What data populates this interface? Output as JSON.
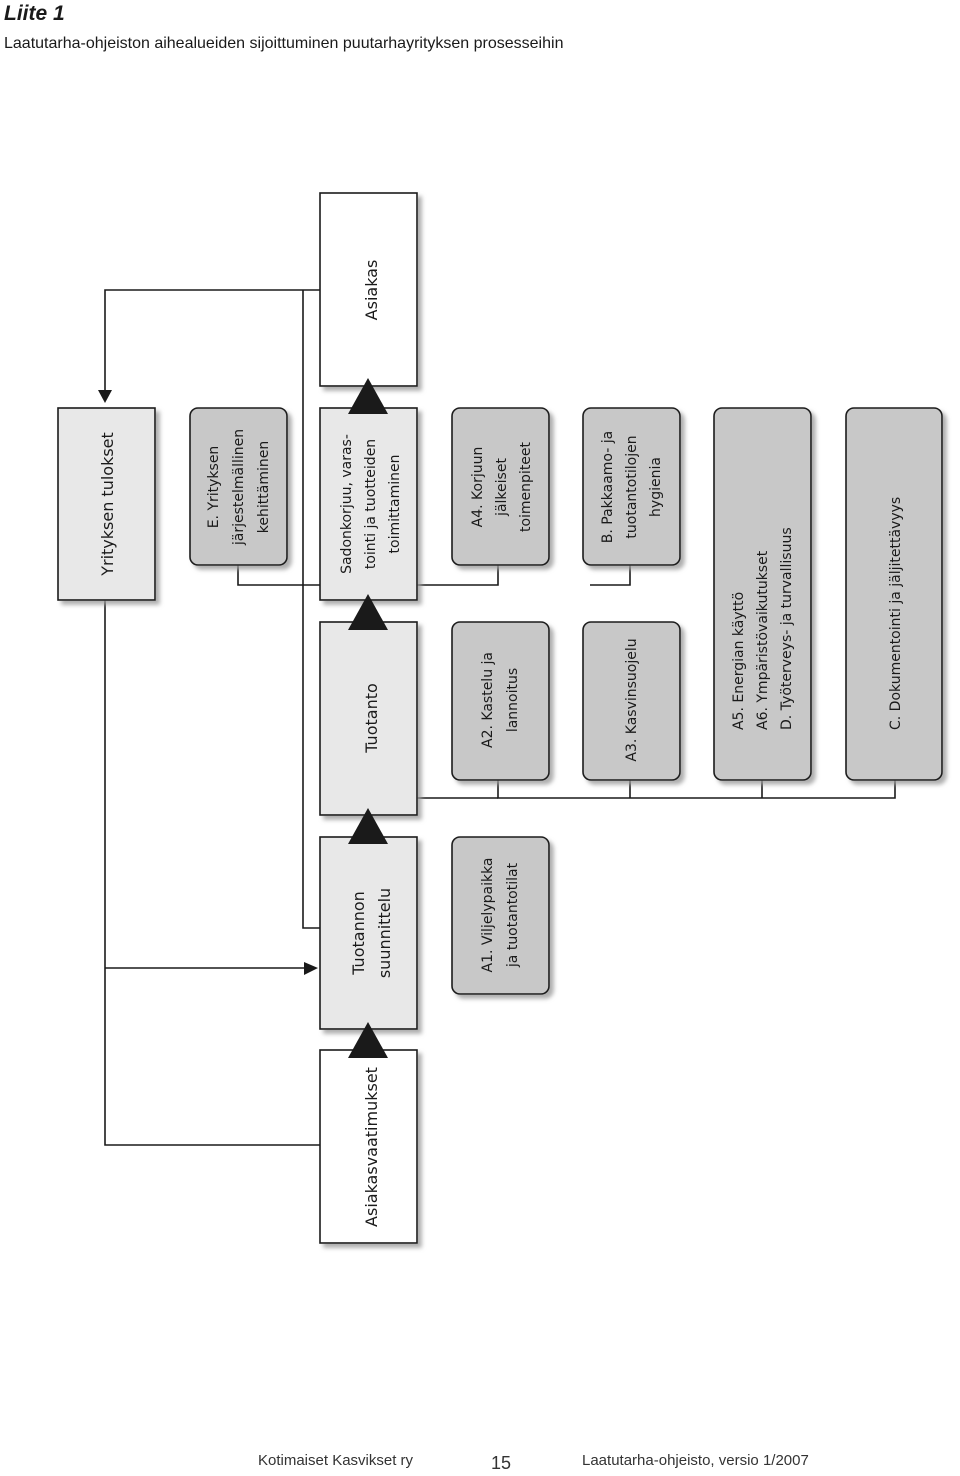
{
  "header": {
    "title": "Liite 1",
    "subtitle": "Laatutarha-ohjeiston aihealueiden sijoittuminen puutarhayrityksen prosesseihin"
  },
  "diagram": {
    "customer": "Asiakas",
    "company_results": "Yrityksen tulokset",
    "customer_requirements": "Asiakasvaatimukset",
    "planning": [
      "Tuotannon",
      "suunnittelu"
    ],
    "production": "Tuotanto",
    "harvest": [
      "Sadonkorjuu, varas-",
      "tointi ja tuotteiden",
      "toimittaminen"
    ],
    "system_dev": [
      "E. Yrityksen",
      "järjestelmällinen",
      "kehittäminen"
    ],
    "a1": [
      "A1. Viljelypaikka",
      "ja tuotantotilat"
    ],
    "a2": [
      "A2. Kastelu ja",
      "lannoitus"
    ],
    "a3": [
      "A3. Kasvinsuojelu"
    ],
    "a4": [
      "A4. Korjuun",
      "jälkeiset",
      "toimenpiteet"
    ],
    "b": [
      "B. Pakkaamo- ja",
      "tuotantotilojen",
      "hygienia"
    ],
    "a5_a6_d": [
      "A5. Energian käyttö",
      "A6. Ympäristövaikutukset",
      "D. Työterveys- ja turvallisuus"
    ],
    "c": [
      "C. Dokumentointi ja jäljitettävyys"
    ]
  },
  "colors": {
    "light_fill": "#e8e8e8",
    "topic_fill": "#c8c8c8",
    "white_fill": "#ffffff",
    "stroke": "#1a1a1a"
  },
  "footer": {
    "publisher": "Kotimaiset Kasvikset ry",
    "page_number": "15",
    "doc_version": "Laatutarha-ohjeisto, versio 1/2007"
  }
}
